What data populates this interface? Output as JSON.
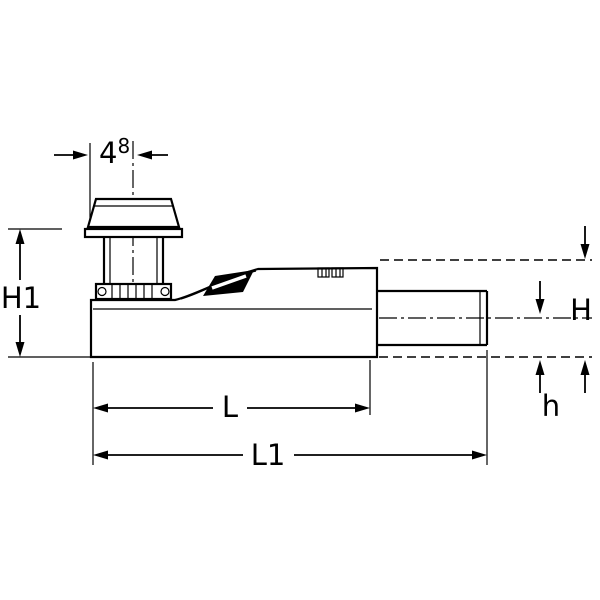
{
  "diagram": {
    "type": "technical-dimension-drawing",
    "colors": {
      "background": "#ffffff",
      "line": "#000000"
    },
    "labels": {
      "width_top_main": "4",
      "width_top_sup": "8",
      "height_total": "H1",
      "height_outlet": "H",
      "height_offset": "h",
      "length_body": "L",
      "length_total": "L1"
    }
  }
}
